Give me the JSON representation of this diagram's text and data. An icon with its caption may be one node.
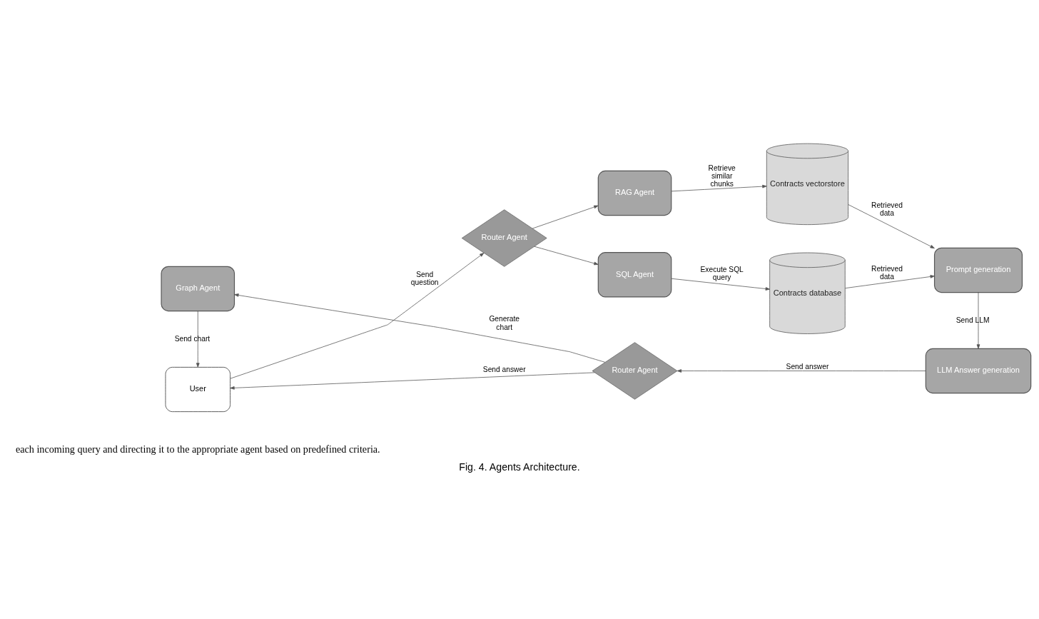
{
  "diagram": {
    "caption": "Fig. 4. Agents Architecture.",
    "nodes": [
      {
        "text": [
          "User"
        ]
      },
      {
        "text": [
          "Router Agent"
        ]
      },
      {
        "text": [
          "RAG Agent"
        ]
      },
      {
        "text": [
          "SQL Agent"
        ]
      },
      {
        "text": [
          "Contracts vectorstore"
        ]
      },
      {
        "text": [
          "Contracts database"
        ]
      },
      {
        "text": [
          "Prompt generation"
        ]
      },
      {
        "text": [
          "LLM Answer generation"
        ]
      },
      {
        "text": [
          "Router Agent"
        ]
      },
      {
        "text": [
          "Graph Agent"
        ]
      }
    ],
    "edges": [
      {
        "from": 0,
        "to": 1,
        "arrow": "to",
        "label": "Send question"
      },
      {
        "from": 1,
        "to": 2,
        "arrow": "to"
      },
      {
        "from": 1,
        "to": 3,
        "arrow": "to"
      },
      {
        "from": 2,
        "to": 4,
        "arrow": "to",
        "label": "Retrieve similar chunks"
      },
      {
        "from": 3,
        "to": 5,
        "arrow": "to",
        "label": "Execute SQL query"
      },
      {
        "from": 4,
        "to": 6,
        "arrow": "to",
        "label": "Retrieved data"
      },
      {
        "from": 5,
        "to": 6,
        "arrow": "to",
        "label": "Retrieved data"
      },
      {
        "from": 6,
        "to": 7,
        "arrow": "to",
        "label": "Send LLM"
      },
      {
        "from": 7,
        "to": 8,
        "arrow": "to",
        "label": "Send answer"
      },
      {
        "from": 8,
        "to": 9,
        "arrow": "to",
        "label": "Generate chart"
      },
      {
        "from": 8,
        "to": 0,
        "arrow": "to",
        "label": "Send answer"
      },
      {
        "from": 9,
        "to": 0,
        "arrow": "to",
        "label": "Send chart"
      }
    ],
    "labels": [
      "each incoming query and directing it to the appropriate agent based on predefined criteria."
    ]
  }
}
